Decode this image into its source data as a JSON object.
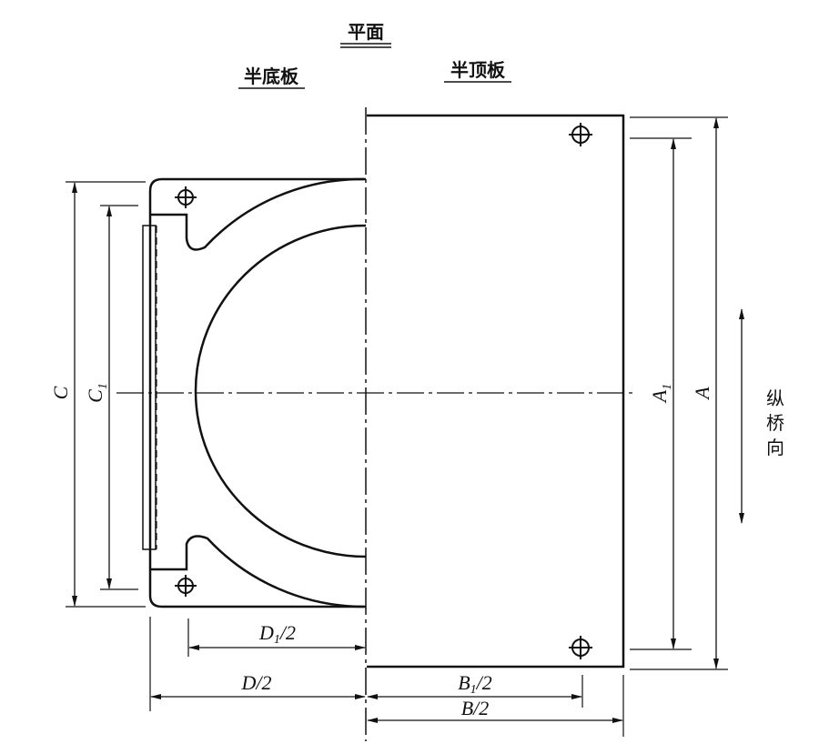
{
  "titles": {
    "plan": "平面",
    "half_bottom_plate": "半底板",
    "half_top_plate": "半顶板"
  },
  "direction_label": [
    "纵",
    "桥",
    "向"
  ],
  "dimensions": {
    "C": {
      "main": "C",
      "sub": ""
    },
    "C1": {
      "main": "C",
      "sub": "1"
    },
    "A1": {
      "main": "A",
      "sub": "1"
    },
    "A": {
      "main": "A",
      "sub": ""
    },
    "D1_half": {
      "main": "D",
      "sub": "1",
      "tail": "/2"
    },
    "D_half": {
      "main": "D",
      "sub": "",
      "tail": "/2"
    },
    "B1_half": {
      "main": "B",
      "sub": "1",
      "tail": "/2"
    },
    "B_half": {
      "main": "B",
      "sub": "",
      "tail": "/2"
    }
  }
}
